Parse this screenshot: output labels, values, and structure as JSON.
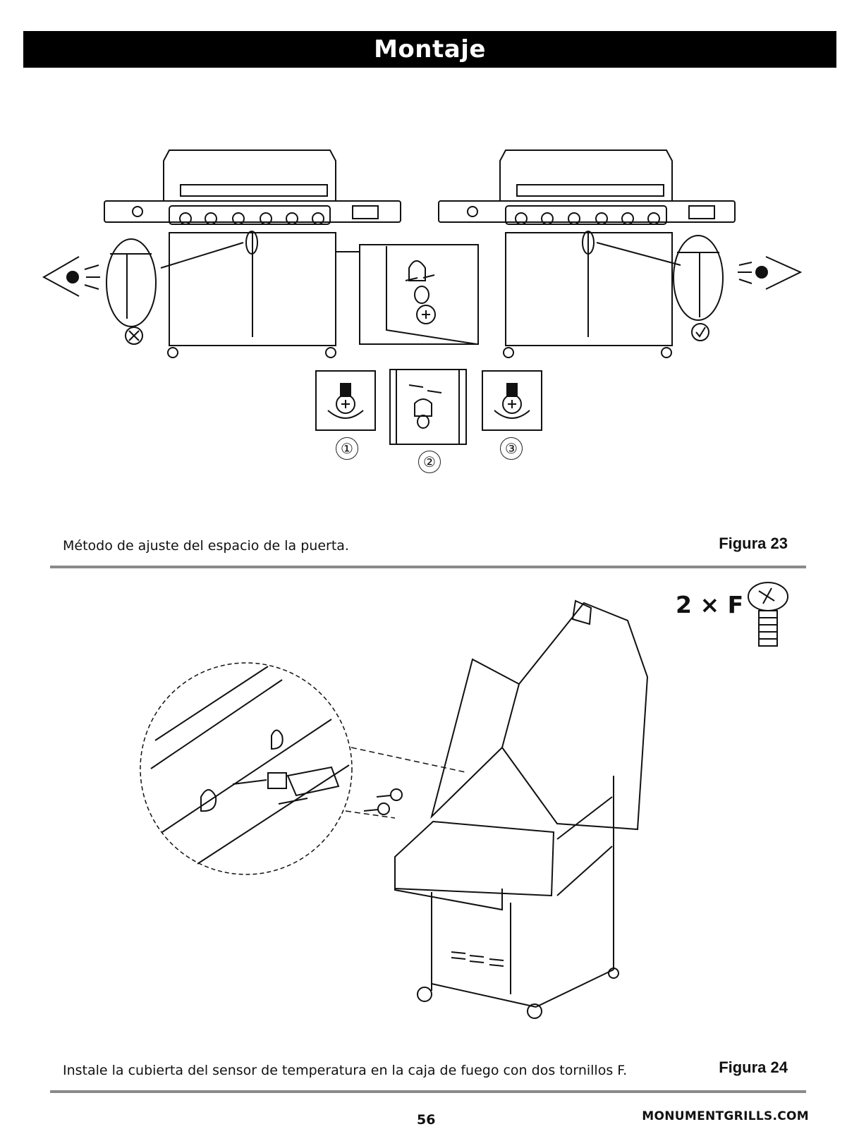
{
  "header": {
    "title": "Montaje"
  },
  "figure23": {
    "steps": [
      "①",
      "②",
      "③"
    ],
    "caption": "Método de ajuste del espacio de la puerta.",
    "label": "Figura 23"
  },
  "figure24": {
    "hardware_qty": "2 × F",
    "caption": "Instale la cubierta del sensor de temperatura en la caja de fuego con dos tornillos F.",
    "label": "Figura 24"
  },
  "footer": {
    "page_number": "56",
    "website": "MONUMENTGRILLS.COM"
  }
}
